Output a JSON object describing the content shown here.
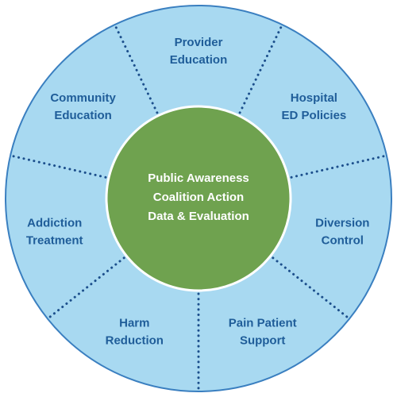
{
  "colors": {
    "outer_ring": "#a8d9f1",
    "outer_border": "#3a7fc0",
    "divider": "#1c4f8c",
    "segment_text": "#1f5d99",
    "hub": "#6fa24f",
    "hub_border": "#ffffff",
    "hub_text": "#ffffff"
  },
  "hub": {
    "lines": [
      "Public Awareness",
      "Coalition Action",
      "Data & Evaluation"
    ]
  },
  "segments": [
    {
      "name": "provider-education",
      "lines": [
        "Provider",
        "Education"
      ]
    },
    {
      "name": "hospital-ed-policies",
      "lines": [
        "Hospital",
        "ED Policies"
      ]
    },
    {
      "name": "diversion-control",
      "lines": [
        "Diversion",
        "Control"
      ]
    },
    {
      "name": "pain-patient-support",
      "lines": [
        "Pain Patient",
        "Support"
      ]
    },
    {
      "name": "harm-reduction",
      "lines": [
        "Harm",
        "Reduction"
      ]
    },
    {
      "name": "addiction-treatment",
      "lines": [
        "Addiction",
        "Treatment"
      ]
    },
    {
      "name": "community-education",
      "lines": [
        "Community",
        "Education"
      ]
    }
  ]
}
